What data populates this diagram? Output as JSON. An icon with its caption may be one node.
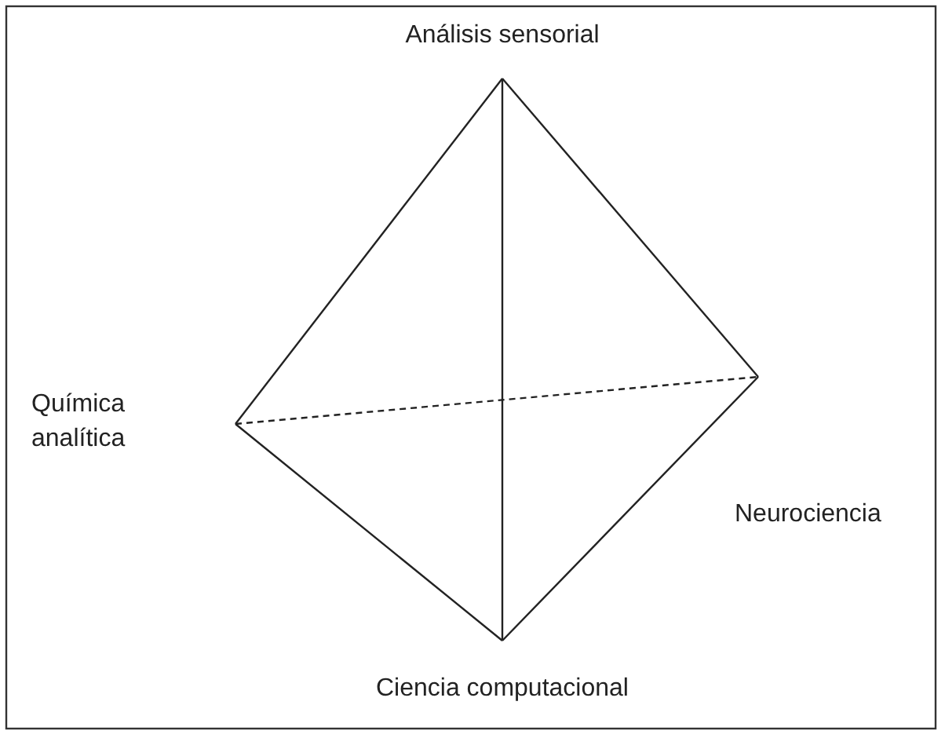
{
  "diagram": {
    "nodes": [
      {
        "text": [
          "Análisis sensorial"
        ]
      },
      {
        "text": [
          "Química analítica"
        ]
      },
      {
        "text": [
          "Neurociencia"
        ]
      },
      {
        "text": [
          "Ciencia computacional"
        ]
      }
    ],
    "edges": [
      {
        "from": 0,
        "to": 1,
        "arrow": "none"
      },
      {
        "from": 0,
        "to": 2,
        "arrow": "none"
      },
      {
        "from": 0,
        "to": 3,
        "arrow": "none"
      },
      {
        "from": 1,
        "to": 3,
        "arrow": "none"
      },
      {
        "from": 2,
        "to": 3,
        "arrow": "none"
      },
      {
        "from": 1,
        "to": 2,
        "arrow": "none",
        "style": "dashed"
      }
    ]
  }
}
